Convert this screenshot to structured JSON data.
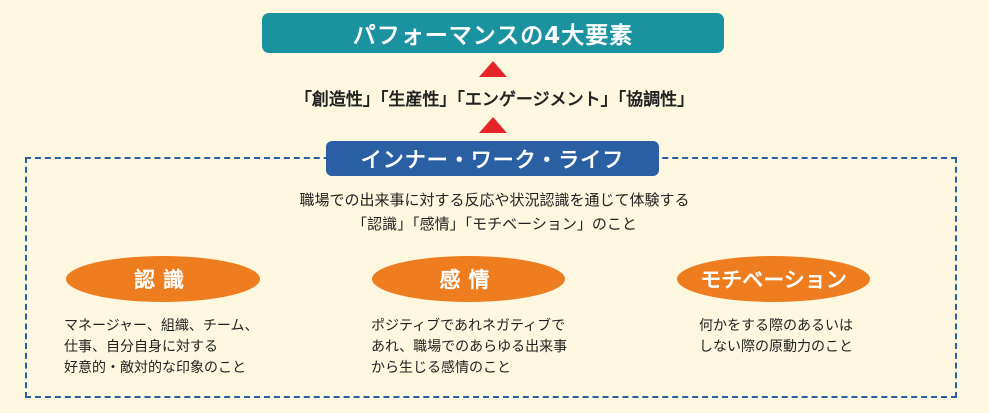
{
  "title": "パフォーマンスの4大要素",
  "elements": "「創造性」「生産性」「エンゲージメント」「協調性」",
  "inner_life": {
    "label": "インナー・ワーク・ライフ",
    "description": [
      "職場での出来事に対する反応や状況認識を通じて体験する",
      "「認識」「感情」「モチベーション」のこと"
    ]
  },
  "components": [
    {
      "label": "認識",
      "lines": [
        "マネージャー、組織、チーム、",
        "仕事、自分自身に対する",
        "好意的・敵対的な印象のこと"
      ]
    },
    {
      "label": "感情",
      "lines": [
        "ポジティブであれネガティブで",
        "あれ、職場でのあらゆる出来事",
        "から生じる感情のこと"
      ]
    },
    {
      "label": "モチベーション",
      "lines": [
        "何かをする際のあるいは",
        "しない際の原動力のこと"
      ]
    }
  ],
  "colors": {
    "background": "#fdf7df",
    "title_bar": "#1a92a0",
    "arrow": "#e4262a",
    "inner_label": "#2a5fa3",
    "oval": "#ee7d20"
  }
}
